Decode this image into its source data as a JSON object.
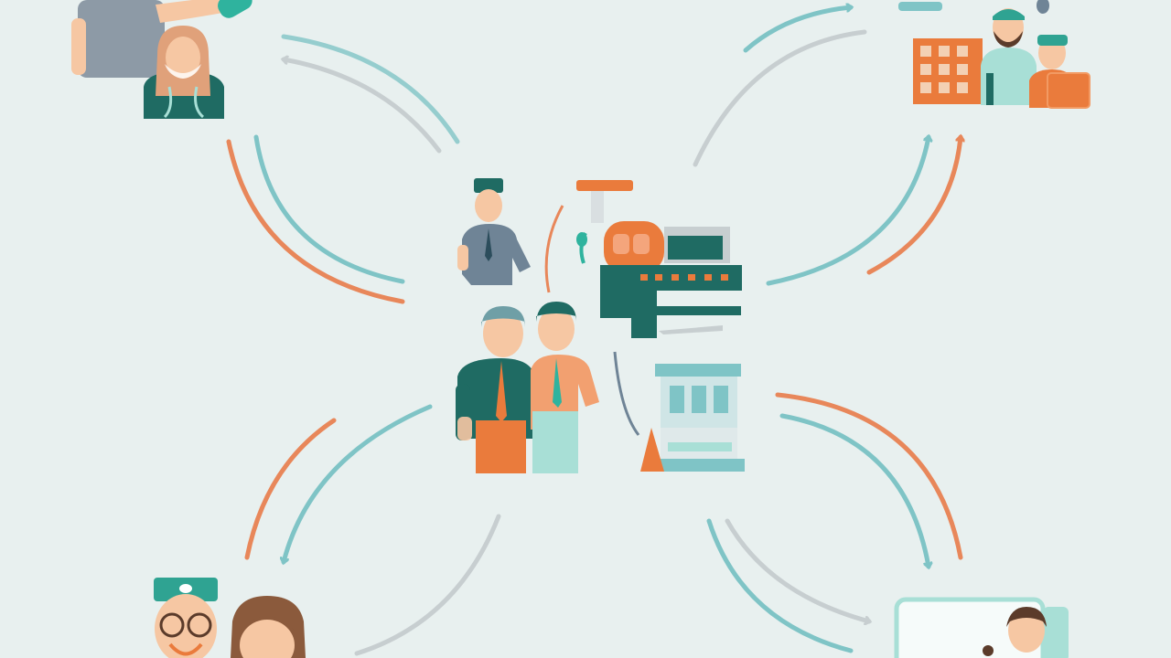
{
  "diagram": {
    "type": "flat-illustration-cycle",
    "text": [],
    "nodes": [
      {
        "id": "top-left",
        "icon": "patient-with-nurse-icon"
      },
      {
        "id": "top-right",
        "icon": "medical-team-with-building-icon"
      },
      {
        "id": "center",
        "icon": "healthcare-staff-and-hospital-icon"
      },
      {
        "id": "bottom-left",
        "icon": "doctor-and-patient-icon"
      },
      {
        "id": "bottom-right",
        "icon": "telemedicine-screen-icon"
      }
    ],
    "arrow_colors": [
      "#7fc4c6",
      "#e8875a",
      "#c7ced0"
    ]
  },
  "colors": {
    "background": "#e8f0ef",
    "teal": "#1f6b63",
    "teal_light": "#7fc4c6",
    "mint": "#a8dfd6",
    "orange": "#ea7b3c",
    "slate": "#6f8496",
    "skin": "#f6c7a3",
    "hair": "#8b5a3c"
  }
}
